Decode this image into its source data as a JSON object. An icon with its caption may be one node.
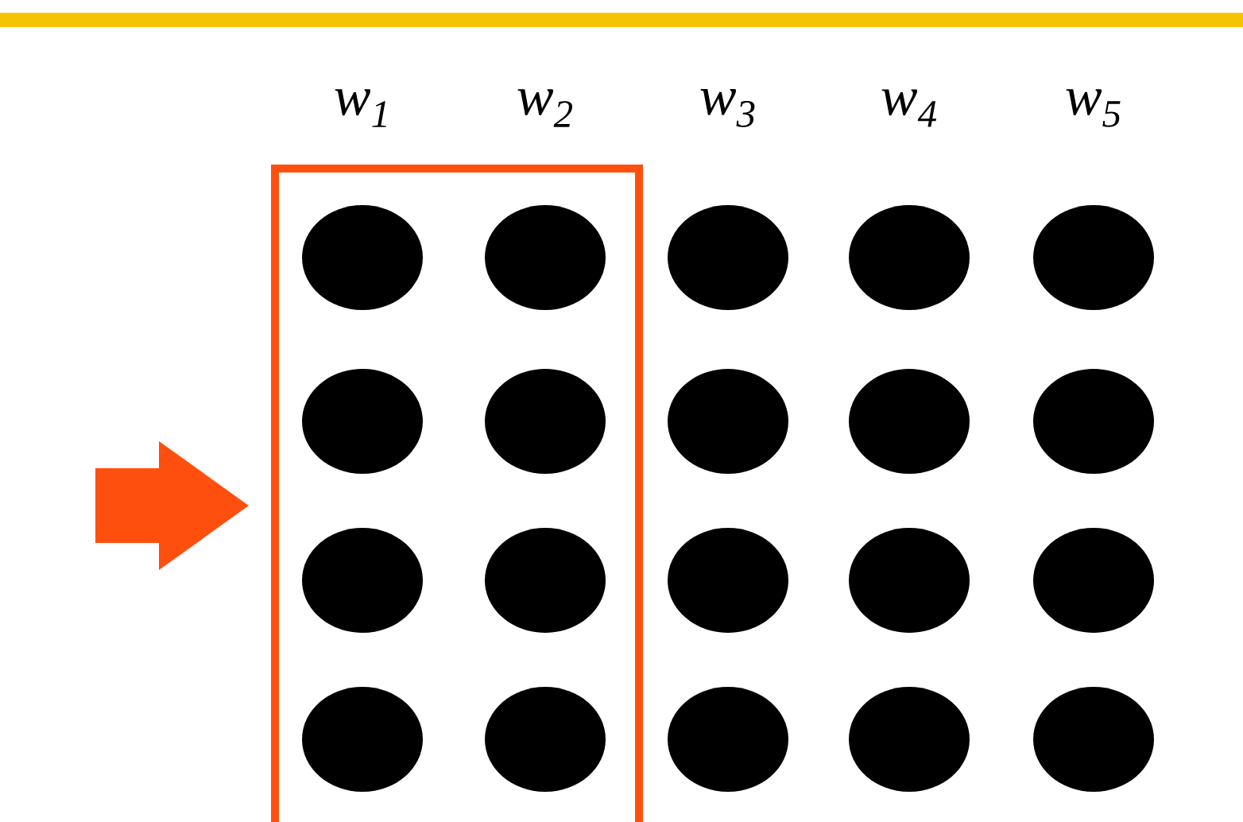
{
  "diagram": {
    "labels": [
      "w$_{1}$",
      "w$_{2}$",
      "w$_{3}$",
      "w$_{4}$",
      "w$_{5}$"
    ]
  }
}
